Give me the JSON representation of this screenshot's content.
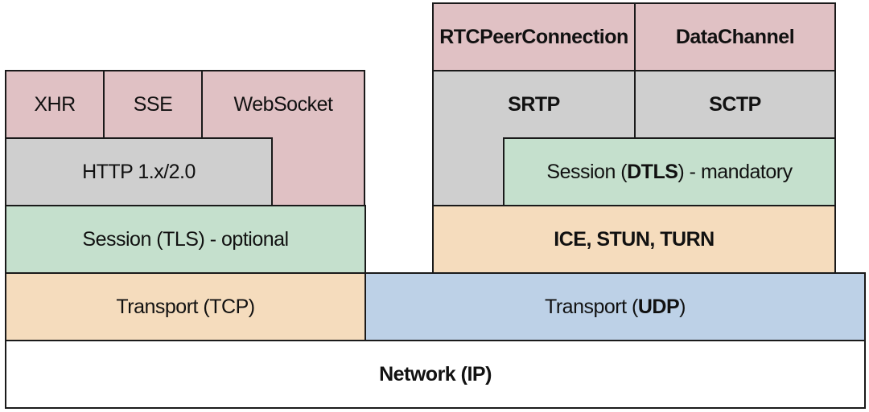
{
  "left_stack": {
    "xhr": "XHR",
    "sse": "SSE",
    "websocket": "WebSocket",
    "http": "HTTP 1.x/2.0",
    "session": "Session (TLS) - optional",
    "transport": "Transport (TCP)"
  },
  "right_stack": {
    "rtcpeerconnection": "RTCPeerConnection",
    "datachannel": "DataChannel",
    "srtp": "SRTP",
    "sctp": "SCTP",
    "session_prefix": "Session (",
    "session_bold": "DTLS",
    "session_suffix": ") - mandatory",
    "ice": "ICE, STUN, TURN",
    "transport_prefix": "Transport (",
    "transport_bold": "UDP",
    "transport_suffix": ")"
  },
  "network": "Network (IP)",
  "colors": {
    "application": "#e0c1c4",
    "protocol": "#cfcfcf",
    "session": "#c5e0cd",
    "transport_tcp_ice": "#f5dcbd",
    "transport_udp": "#bdd1e7",
    "network": "#ffffff"
  }
}
